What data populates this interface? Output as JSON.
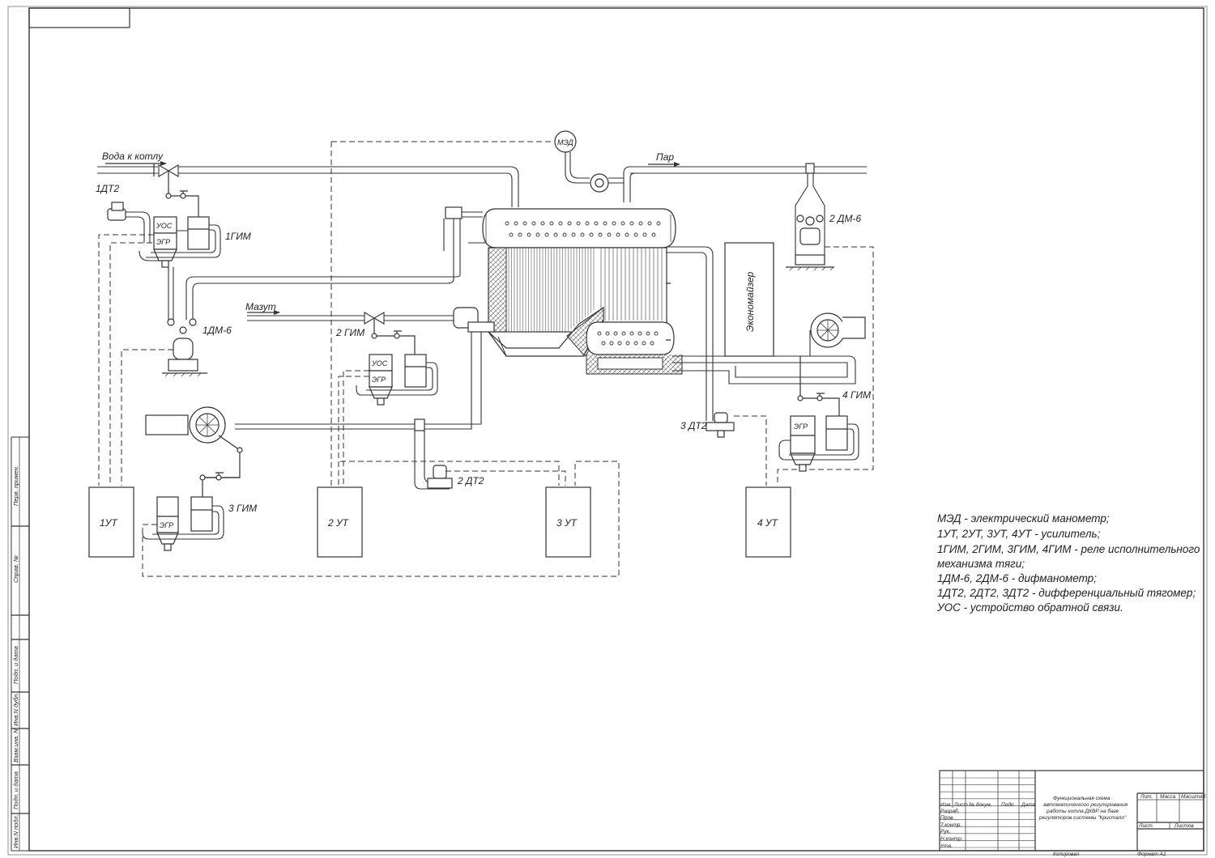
{
  "labels": {
    "water_inlet": "Вода к котлу",
    "steam": "Пар",
    "fuel_oil": "Мазут",
    "economizer": "Экономайзер",
    "med": "МЭД",
    "dt2_1": "1ДТ2",
    "dt2_2": "2 ДТ2",
    "dt2_3": "3 ДТ2",
    "dm6_1": "1ДМ-6",
    "dm6_2": "2 ДМ-6",
    "gim_1": "1ГИМ",
    "gim_2": "2 ГИМ",
    "gim_3": "3 ГИМ",
    "gim_4": "4 ГИМ",
    "uos": "УОС",
    "egr": "ЭГР",
    "ut_1": "1УТ",
    "ut_2": "2 УТ",
    "ut_3": "3 УТ",
    "ut_4": "4 УТ"
  },
  "legend": [
    "МЭД - электрический манометр;",
    "1УТ, 2УТ, 3УТ, 4УТ - усилитель;",
    "1ГИМ, 2ГИМ, 3ГИМ, 4ГИМ - реле исполнительного",
    "механизма тяги;",
    "1ДМ-6, 2ДМ-6 - дифманометр;",
    "1ДТ2, 2ДТ2, 3ДТ2 - дифференциальный тягомер;",
    "УОС - устройство обратной связи."
  ],
  "title_block": {
    "title_lines": [
      "Функциональная схема",
      "автоматического регулирования",
      "работы котла ДКВР на базе",
      "регуляторов системы \"Кристалл\""
    ],
    "header_cells": [
      "Изм.",
      "Лист",
      "№ докум.",
      "Подп.",
      "Дата"
    ],
    "roles": [
      "Разраб.",
      "Пров.",
      "Т.контр.",
      "Рук.",
      "Н.контр.",
      "Утв."
    ],
    "lit": "Лит.",
    "mass": "Масса",
    "scale": "Масштаб",
    "sheet": "Лист",
    "sheets": "Листов",
    "copied": "Копировал",
    "format": "Формат А1"
  },
  "side_stamps": [
    "Перв. примен.",
    "Справ. №",
    "Подп. и дата",
    "Инв.N дубл.",
    "Взам.инв. N",
    "Подп. и дата",
    "Инв.N подл."
  ]
}
